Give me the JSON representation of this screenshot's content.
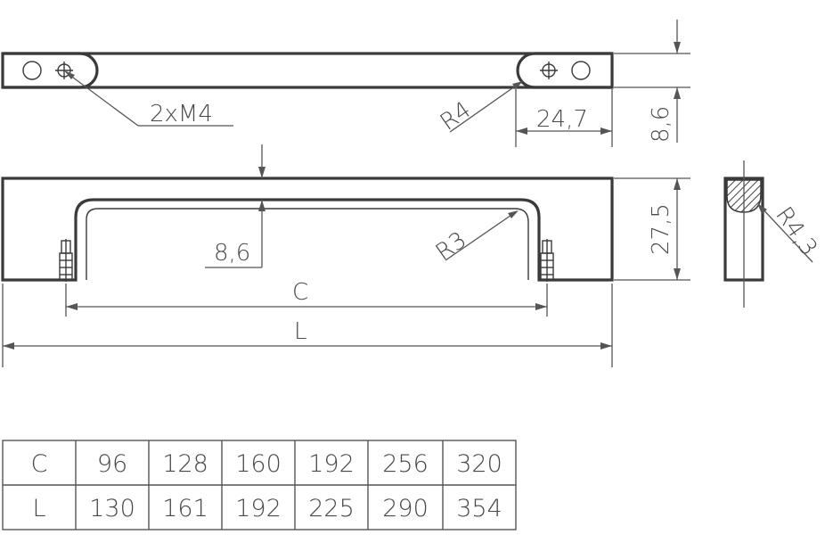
{
  "labels": {
    "thread": "2xM4",
    "r_end": "R4",
    "len_slot": "24,7",
    "thickness_top": "8,6",
    "depth": "8,6",
    "height": "27,5",
    "r_inner": "R3",
    "r_section": "R4,3",
    "c": "C",
    "l": "L"
  },
  "table": {
    "rows": [
      {
        "head": "C",
        "cells": [
          "96",
          "128",
          "160",
          "192",
          "256",
          "320"
        ]
      },
      {
        "head": "L",
        "cells": [
          "130",
          "161",
          "192",
          "225",
          "290",
          "354"
        ]
      }
    ]
  }
}
